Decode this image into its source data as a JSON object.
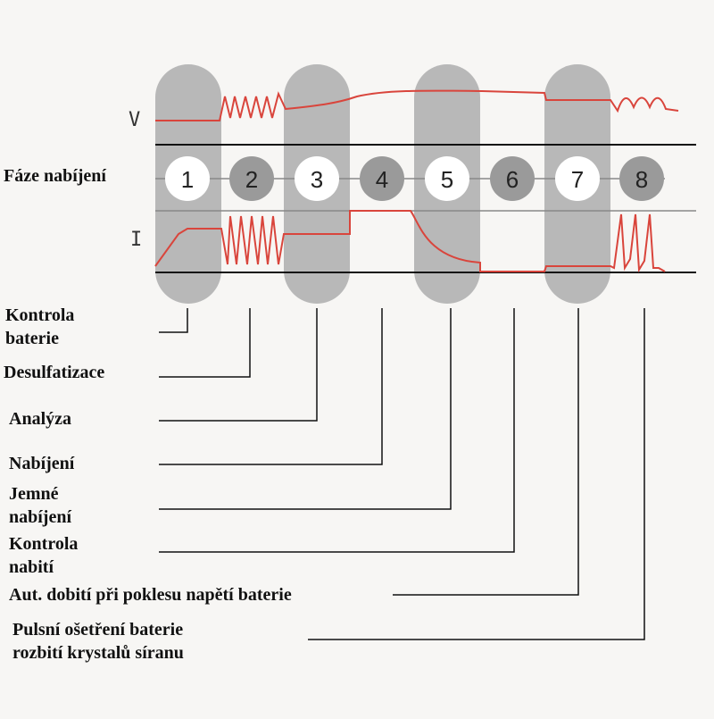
{
  "diagram": {
    "row_label": "Fáze nabíjení",
    "axis_v": "V",
    "axis_i": "I",
    "phases": [
      "1",
      "2",
      "3",
      "4",
      "5",
      "6",
      "7",
      "8"
    ],
    "phase_highlight": [
      true,
      false,
      true,
      false,
      true,
      false,
      true,
      false
    ],
    "colors": {
      "curve": "#d9453c",
      "band": "#b8b8b8",
      "line": "#111111",
      "grid": "#888888",
      "circle_dark": "#9a9a9a",
      "circle_light": "#ffffff"
    },
    "labels": [
      {
        "lines": [
          "Kontrola",
          "baterie"
        ]
      },
      {
        "lines": [
          "Desulfatizace"
        ]
      },
      {
        "lines": [
          "Analýza"
        ]
      },
      {
        "lines": [
          "Nabíjení"
        ]
      },
      {
        "lines": [
          "Jemné",
          "nabíjení"
        ]
      },
      {
        "lines": [
          "Kontrola",
          "nabití"
        ]
      },
      {
        "lines": [
          "Aut. dobití při poklesu napětí baterie"
        ]
      },
      {
        "lines": [
          "Pulsní ošetření baterie",
          "rozbití krystalů síranu"
        ]
      }
    ]
  }
}
